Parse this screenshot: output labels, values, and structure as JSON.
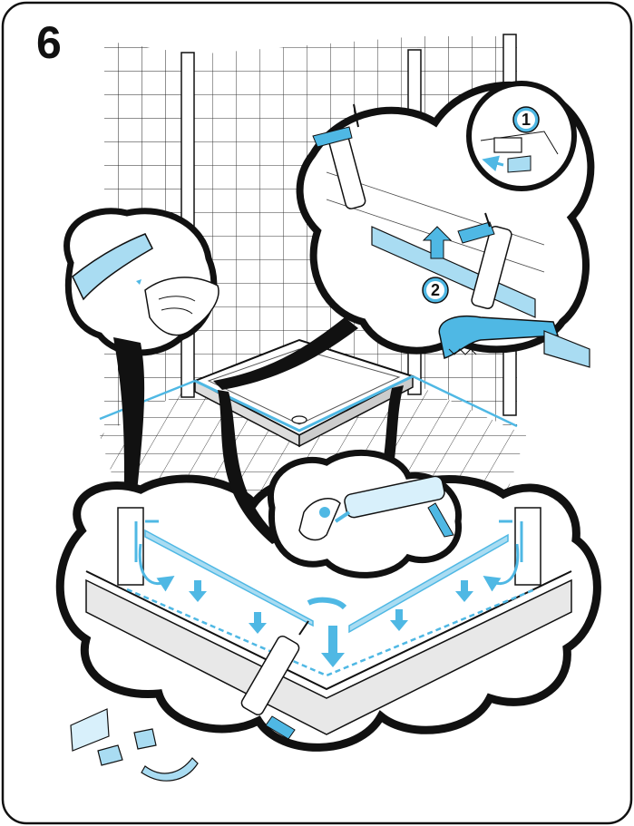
{
  "step": {
    "number": "6"
  },
  "callouts": [
    {
      "label": "1"
    },
    {
      "label": "2"
    }
  ],
  "colors": {
    "accent": "#4fb8e4",
    "accent_light": "#a9dcf2",
    "line": "#111111",
    "background": "#ffffff"
  },
  "icons": [
    "silicone-gun-icon",
    "clamp-icon",
    "drop-icon",
    "finger-smoothing-icon",
    "arrow-down-icon",
    "arrow-up-icon"
  ]
}
